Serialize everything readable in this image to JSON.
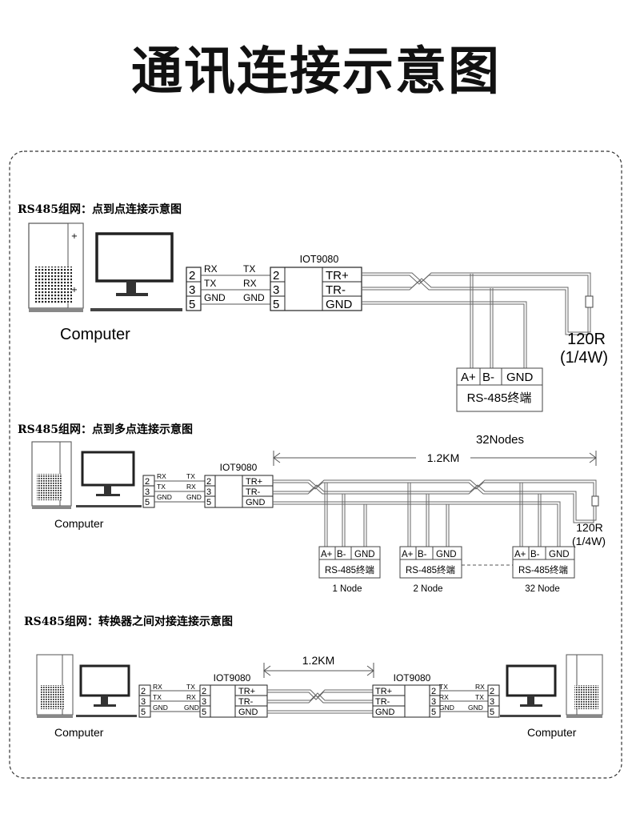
{
  "title": "通讯连接示意图",
  "sections": [
    {
      "heading": "RS485组网：点到点连接示意图",
      "computer_label": "Computer",
      "device_name": "IOT9080",
      "pins": [
        "2",
        "3",
        "5"
      ],
      "computer_signals": [
        "RX",
        "TX",
        "GND"
      ],
      "device_signals": [
        "TX",
        "RX",
        "GND"
      ],
      "bus_terminals": [
        "TR+",
        "TR-",
        "GND"
      ],
      "resistor_value": "120R",
      "resistor_power": "(1/4W)",
      "node_terminals": [
        "A+",
        "B-",
        "GND"
      ],
      "node_name": "RS-485终端"
    },
    {
      "heading": "RS485组网：点到多点连接示意图",
      "computer_label": "Computer",
      "device_name": "IOT9080",
      "pins": [
        "2",
        "3",
        "5"
      ],
      "computer_signals": [
        "RX",
        "TX",
        "GND"
      ],
      "device_signals": [
        "TX",
        "RX",
        "GND"
      ],
      "bus_terminals": [
        "TR+",
        "TR-",
        "GND"
      ],
      "node_count_label": "32Nodes",
      "distance_label": "1.2KM",
      "resistor_value": "120R",
      "resistor_power": "(1/4W)",
      "node_terminals": [
        "A+",
        "B-",
        "GND"
      ],
      "node_name": "RS-485终端",
      "node_captions": [
        "1 Node",
        "2 Node",
        "32 Node"
      ]
    },
    {
      "heading": "RS485组网：转换器之间对接连接示意图",
      "computer_label_left": "Computer",
      "computer_label_right": "Computer",
      "device_name_left": "IOT9080",
      "device_name_right": "IOT9080",
      "distance_label": "1.2KM",
      "pins": [
        "2",
        "3",
        "5"
      ],
      "computer_signals": [
        "RX",
        "TX",
        "GND"
      ],
      "device_signals": [
        "TX",
        "RX",
        "GND"
      ],
      "bus_terminals": [
        "TR+",
        "TR-",
        "GND"
      ]
    }
  ]
}
